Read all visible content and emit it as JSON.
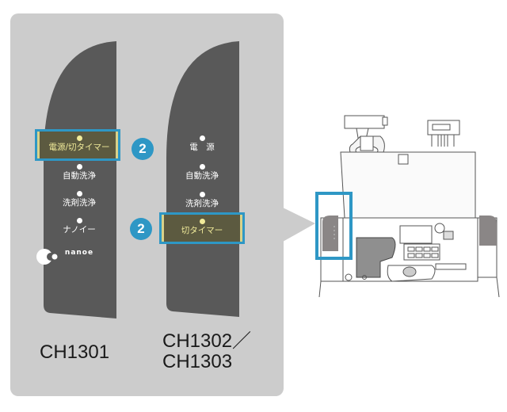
{
  "colors": {
    "panel_bg": "#cccccc",
    "control_panel": "#595959",
    "highlight_border": "#2e97c5",
    "highlight_text": "#f1eb9a",
    "badge": "#2e97c5"
  },
  "left_panel": {
    "model": "CH1301",
    "items": [
      {
        "label": "電源/切タイマー",
        "highlighted": true
      },
      {
        "label": "自動洗浄",
        "highlighted": false
      },
      {
        "label": "洗剤洗浄",
        "highlighted": false
      },
      {
        "label": "ナノイー",
        "highlighted": false
      }
    ],
    "logo_text": "nanoe",
    "badge": "2"
  },
  "right_panel": {
    "model_line1": "CH1302／",
    "model_line2": "CH1303",
    "items": [
      {
        "label": "電　源",
        "highlighted": false
      },
      {
        "label": "自動洗浄",
        "highlighted": false
      },
      {
        "label": "洗剤洗浄",
        "highlighted": false
      },
      {
        "label": "切タイマー",
        "highlighted": true
      }
    ],
    "badge": "2"
  },
  "device_illustration": {
    "description": "toilet seat with lid open, control panel highlighted"
  }
}
